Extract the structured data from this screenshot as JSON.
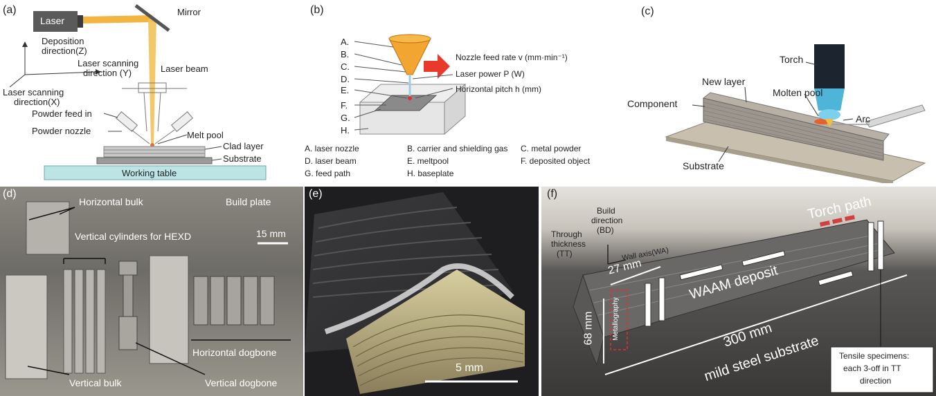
{
  "panels": {
    "a": {
      "tag": "(a)",
      "laser": "Laser",
      "mirror": "Mirror",
      "deposition_dir_line1": "Deposition",
      "deposition_dir_line2": "direction(Z)",
      "laser_scan_y_line1": "Laser scanning",
      "laser_scan_y_line2": "direction (Y)",
      "laser_scan_x_line1": "Laser scanning",
      "laser_scan_x_line2": "direction(X)",
      "laser_beam": "Laser beam",
      "powder_feed_in": "Powder feed in",
      "powder_nozzle": "Powder nozzle",
      "melt_pool": "Melt pool",
      "clad_layer": "Clad layer",
      "substrate": "Substrate",
      "working_table": "Working table"
    },
    "b": {
      "tag": "(b)",
      "letters": [
        "A.",
        "B.",
        "C.",
        "D.",
        "E.",
        "F.",
        "G.",
        "H."
      ],
      "nozzle_feed": "Nozzle feed rate v (mm·min⁻¹)",
      "laser_power": "Laser power P (W)",
      "horizontal_pitch": "Horizontal pitch h (mm)",
      "legend": [
        "A. laser nozzle",
        "B. carrier and shielding gas",
        "C. metal powder",
        "D. laser beam",
        "E. meltpool",
        "F. deposited object",
        "G. feed path",
        "H. baseplate"
      ]
    },
    "c": {
      "tag": "(c)",
      "torch": "Torch",
      "new_layer": "New layer",
      "molten_pool": "Molten pool",
      "arc": "Arc",
      "component": "Component",
      "substrate": "Substrate"
    },
    "d": {
      "tag": "(d)",
      "horizontal_bulk": "Horizontal bulk",
      "build_plate": "Build plate",
      "scale": "15 mm",
      "vertical_cylinders": "Vertical cylinders for HEXD",
      "horizontal_dogbone": "Horizontal dogbone",
      "vertical_bulk": "Vertical bulk",
      "vertical_dogbone": "Vertical dogbone"
    },
    "e": {
      "tag": "(e)",
      "scale": "5 mm"
    },
    "f": {
      "tag": "(f)",
      "build_dir_1": "Build",
      "build_dir_2": "direction",
      "build_dir_3": "(BD)",
      "through_1": "Through",
      "through_2": "thickness",
      "through_3": "(TT)",
      "wall_axis": "Wall axis(WA)",
      "torch_path": "Torch path",
      "dim_27": "27 mm",
      "waam": "WAAM deposit",
      "dim_68": "68 mm",
      "metallography": "Metallography",
      "dim_300": "300 mm",
      "mild_steel": "mild steel substrate",
      "tensile_1": "Tensile specimens:",
      "tensile_2": "each 3-off in TT",
      "tensile_3": "direction"
    }
  }
}
